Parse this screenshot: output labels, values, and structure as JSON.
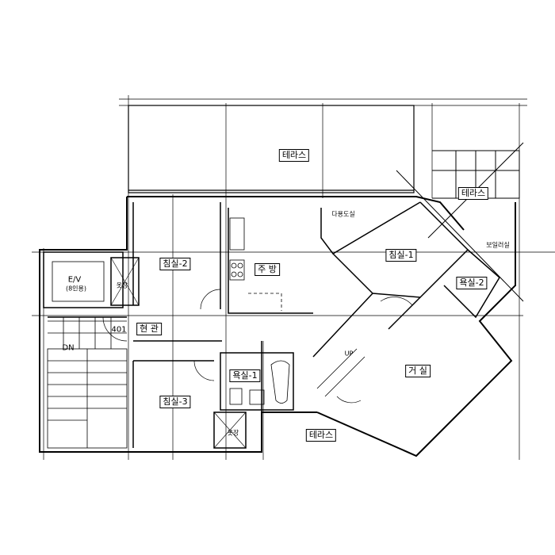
{
  "rooms": {
    "terrace_top": "테라스",
    "terrace_right": "테라스",
    "terrace_bottom": "테라스",
    "utility": "다용도실",
    "bedroom1": "침실-1",
    "bedroom2": "침실-2",
    "bedroom3": "침실-3",
    "kitchen": "주 방",
    "bath1": "욕실-1",
    "bath2": "욕실-2",
    "boiler": "보일러실",
    "living": "거 실",
    "entrance": "현 관",
    "closet1": "옷장",
    "closet2": "옷장",
    "elevator": "E/V",
    "elevator_cap": "(8인용)",
    "unit": "401",
    "down": "DN",
    "up": "UP"
  },
  "colors": {
    "line": "#000000",
    "background": "#ffffff"
  }
}
